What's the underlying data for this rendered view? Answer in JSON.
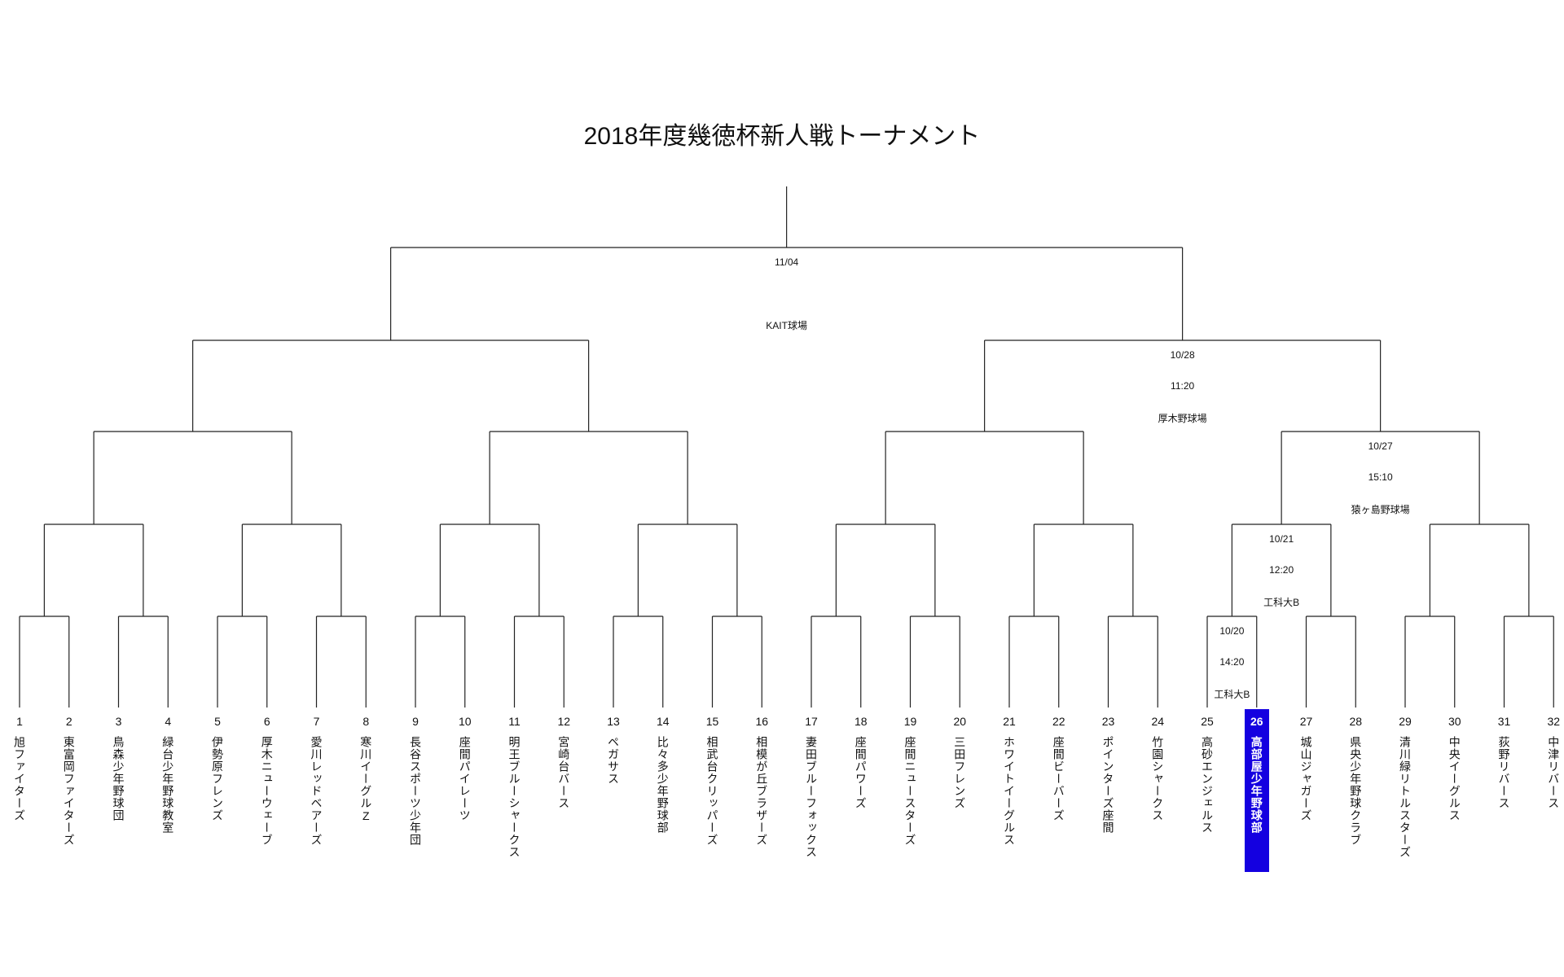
{
  "title": "2018年度幾徳杯新人戦トーナメント",
  "highlight_color": "#1400e0",
  "highlighted_team": 26,
  "teams": [
    {
      "no": "1",
      "name": "旭ファイターズ"
    },
    {
      "no": "2",
      "name": "東富岡ファイターズ"
    },
    {
      "no": "3",
      "name": "鳥森少年野球団"
    },
    {
      "no": "4",
      "name": "緑台少年野球教室"
    },
    {
      "no": "5",
      "name": "伊勢原フレンズ"
    },
    {
      "no": "6",
      "name": "厚木ニューウェーブ"
    },
    {
      "no": "7",
      "name": "愛川レッドベアーズ"
    },
    {
      "no": "8",
      "name": "寒川イーグルZ"
    },
    {
      "no": "9",
      "name": "長谷スポーツ少年団"
    },
    {
      "no": "10",
      "name": "座間パイレーツ"
    },
    {
      "no": "11",
      "name": "明王ブルーシャークス"
    },
    {
      "no": "12",
      "name": "宮崎台バース"
    },
    {
      "no": "13",
      "name": "ペガサス"
    },
    {
      "no": "14",
      "name": "比々多少年野球部"
    },
    {
      "no": "15",
      "name": "相武台クリッパーズ"
    },
    {
      "no": "16",
      "name": "相模が丘ブラザーズ"
    },
    {
      "no": "17",
      "name": "妻田ブルーフォックス"
    },
    {
      "no": "18",
      "name": "座間パワーズ"
    },
    {
      "no": "19",
      "name": "座間ニュースターズ"
    },
    {
      "no": "20",
      "name": "三田フレンズ"
    },
    {
      "no": "21",
      "name": "ホワイトイーグルス"
    },
    {
      "no": "22",
      "name": "座間ビーバーズ"
    },
    {
      "no": "23",
      "name": "ポインターズ座間"
    },
    {
      "no": "24",
      "name": "竹園シャークス"
    },
    {
      "no": "25",
      "name": "高砂エンジェルス"
    },
    {
      "no": "26",
      "name": "高部屋少年野球部"
    },
    {
      "no": "27",
      "name": "城山ジャガーズ"
    },
    {
      "no": "28",
      "name": "県央少年野球クラブ"
    },
    {
      "no": "29",
      "name": "清川緑リトルスターズ"
    },
    {
      "no": "30",
      "name": "中央イーグルス"
    },
    {
      "no": "31",
      "name": "荻野リバース"
    },
    {
      "no": "32",
      "name": "中津リバース"
    }
  ],
  "matches": [
    {
      "round": 5,
      "index": 0,
      "date": "11/04",
      "time": "",
      "venue": "KAIT球場"
    },
    {
      "round": 4,
      "index": 1,
      "date": "10/28",
      "time": "11:20",
      "venue": "厚木野球場"
    },
    {
      "round": 3,
      "index": 3,
      "date": "10/27",
      "time": "15:10",
      "venue": "猿ヶ島野球場"
    },
    {
      "round": 2,
      "index": 6,
      "date": "10/21",
      "time": "12:20",
      "venue": "工科大B"
    },
    {
      "round": 1,
      "index": 12,
      "date": "10/20",
      "time": "14:20",
      "venue": "工科大B"
    }
  ]
}
